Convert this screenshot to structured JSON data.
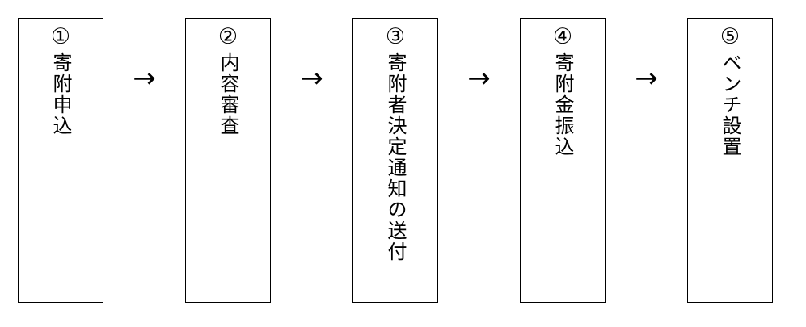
{
  "diagram": {
    "title": "",
    "background_color": "#ffffff",
    "line_color": "#000000",
    "orientation": "horizontal-flow",
    "connector_glyph": "→",
    "steps": [
      {
        "number": "①",
        "label": "寄附申込"
      },
      {
        "number": "②",
        "label": "内容審査"
      },
      {
        "number": "③",
        "label": "寄附者決定通知の送付"
      },
      {
        "number": "④",
        "label": "寄附金振込"
      },
      {
        "number": "⑤",
        "label": "ベンチ設置"
      }
    ],
    "connectors": [
      {
        "glyph": "→"
      },
      {
        "glyph": "→"
      },
      {
        "glyph": "→"
      },
      {
        "glyph": "→"
      }
    ]
  }
}
